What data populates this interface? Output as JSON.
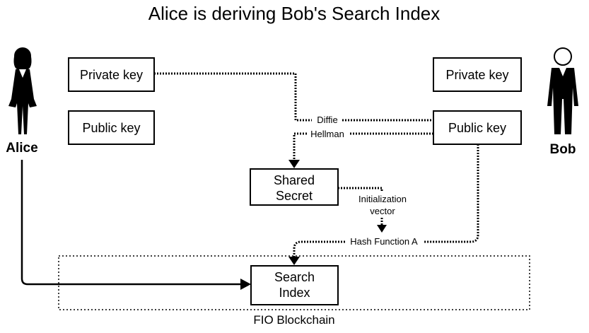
{
  "title": "Alice is deriving Bob's Search Index",
  "alice": {
    "name": "Alice",
    "private_key": "Private key",
    "public_key": "Public key"
  },
  "bob": {
    "name": "Bob",
    "private_key": "Private key",
    "public_key": "Public key"
  },
  "shared_secret": {
    "line1": "Shared",
    "line2": "Secret"
  },
  "search_index": {
    "line1": "Search",
    "line2": "Index"
  },
  "edge_labels": {
    "diffie": "Diffie",
    "hellman": "Hellman",
    "initialization_line1": "Initialization",
    "initialization_line2": "vector",
    "hash_function": "Hash Function A"
  },
  "blockchain_label": "FIO Blockchain"
}
